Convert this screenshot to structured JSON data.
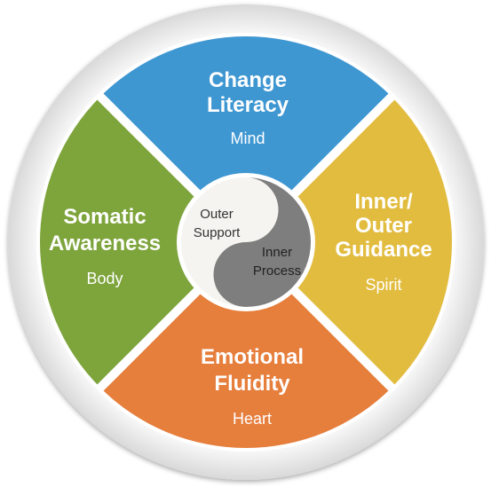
{
  "segments": {
    "top": {
      "title_line1": "Change",
      "title_line2": "Literacy",
      "subtitle": "Mind",
      "color": "#3F97D2"
    },
    "right": {
      "title_line1": "Inner/",
      "title_line2": "Outer",
      "title_line3": "Guidance",
      "subtitle": "Spirit",
      "color": "#E2BC3F"
    },
    "bottom": {
      "title_line1": "Emotional",
      "title_line2": "Fluidity",
      "subtitle": "Heart",
      "color": "#E67E3C"
    },
    "left": {
      "title_line1": "Somatic",
      "title_line2": "Awareness",
      "subtitle": "Body",
      "color": "#7EA43C"
    }
  },
  "hub": {
    "light": {
      "line1": "Outer",
      "line2": "Support",
      "color": "#F5F4F0"
    },
    "dark": {
      "line1": "Inner",
      "line2": "Process",
      "color": "#7E7E7E"
    }
  },
  "ring_color": "#ECECEC"
}
